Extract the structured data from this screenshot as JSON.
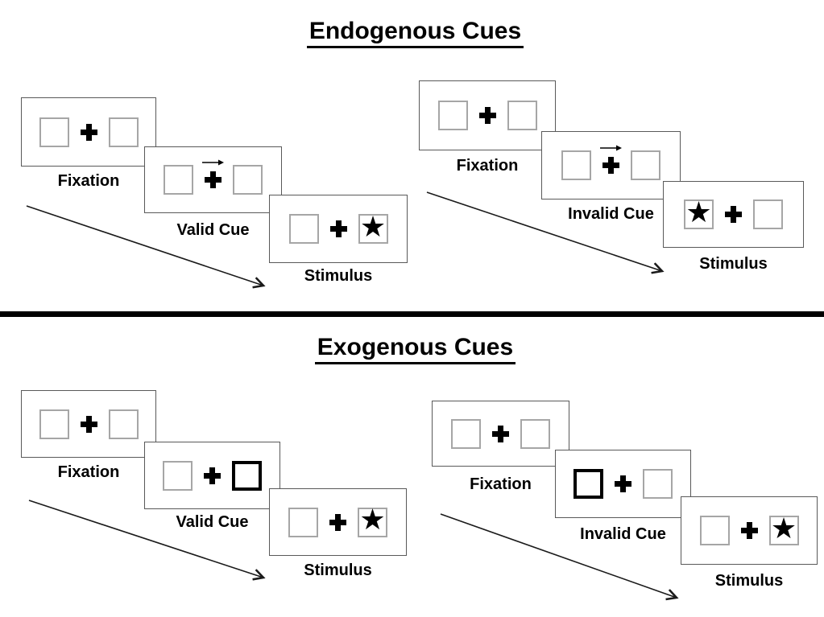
{
  "glyphs": {
    "star": "★"
  },
  "colors": {
    "ink": "#000000",
    "panel_border": "#595959",
    "box_border": "#a6a6a6",
    "arrow": "#1a1a1a"
  },
  "sections": [
    {
      "id": "endogenous",
      "title": "Endogenous Cues",
      "sequences": [
        {
          "id": "endogenous-valid",
          "panels": [
            {
              "label": "Fixation",
              "left": "empty",
              "center": "plus",
              "right": "empty"
            },
            {
              "label": "Valid Cue",
              "left": "empty",
              "center": "plus-arrow-right",
              "right": "empty"
            },
            {
              "label": "Stimulus",
              "left": "empty",
              "center": "plus",
              "right": "star"
            }
          ]
        },
        {
          "id": "endogenous-invalid",
          "panels": [
            {
              "label": "Fixation",
              "left": "empty",
              "center": "plus",
              "right": "empty"
            },
            {
              "label": "Invalid Cue",
              "left": "empty",
              "center": "plus-arrow-right",
              "right": "empty"
            },
            {
              "label": "Stimulus",
              "left": "star",
              "center": "plus",
              "right": "empty"
            }
          ]
        }
      ]
    },
    {
      "id": "exogenous",
      "title": "Exogenous Cues",
      "sequences": [
        {
          "id": "exogenous-valid",
          "panels": [
            {
              "label": "Fixation",
              "left": "empty",
              "center": "plus",
              "right": "empty"
            },
            {
              "label": "Valid Cue",
              "left": "empty",
              "center": "plus",
              "right": "cue-box"
            },
            {
              "label": "Stimulus",
              "left": "empty",
              "center": "plus",
              "right": "star"
            }
          ]
        },
        {
          "id": "exogenous-invalid",
          "panels": [
            {
              "label": "Fixation",
              "left": "empty",
              "center": "plus",
              "right": "empty"
            },
            {
              "label": "Invalid Cue",
              "left": "cue-box",
              "center": "plus",
              "right": "empty"
            },
            {
              "label": "Stimulus",
              "left": "empty",
              "center": "plus",
              "right": "star"
            }
          ]
        }
      ]
    }
  ]
}
